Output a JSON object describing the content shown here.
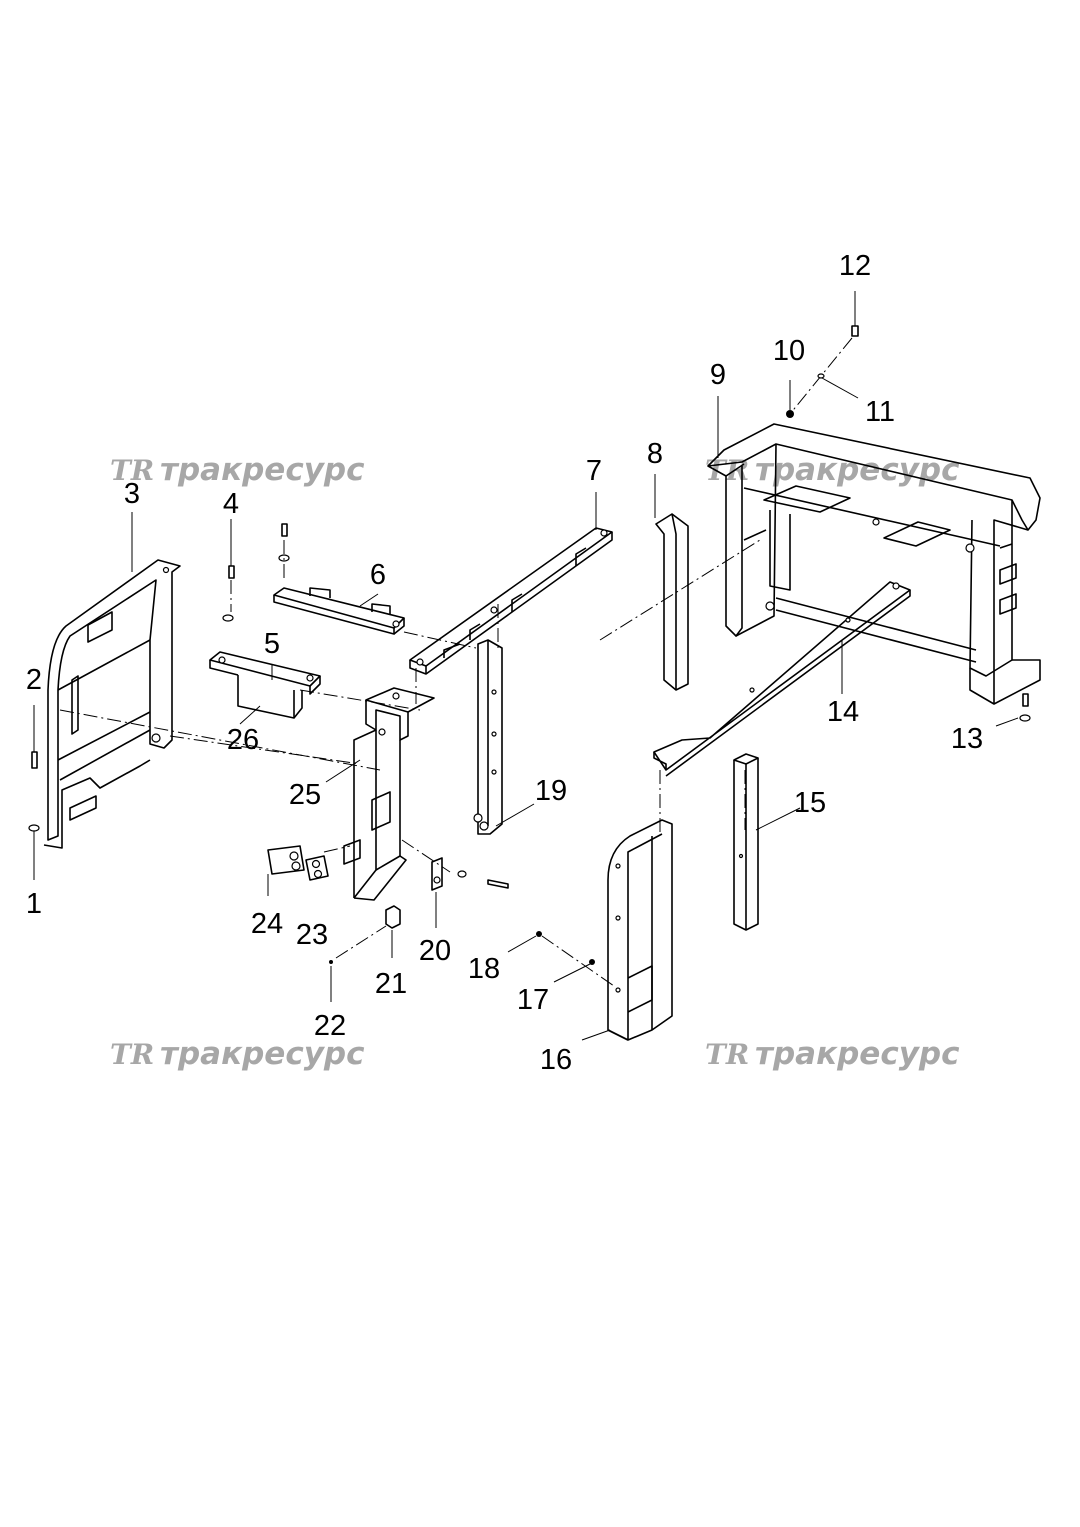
{
  "callouts": [
    {
      "id": "c1",
      "label": "1"
    },
    {
      "id": "c2",
      "label": "2"
    },
    {
      "id": "c3",
      "label": "3"
    },
    {
      "id": "c4",
      "label": "4"
    },
    {
      "id": "c5",
      "label": "5"
    },
    {
      "id": "c6",
      "label": "6"
    },
    {
      "id": "c7",
      "label": "7"
    },
    {
      "id": "c8",
      "label": "8"
    },
    {
      "id": "c9",
      "label": "9"
    },
    {
      "id": "c10",
      "label": "10"
    },
    {
      "id": "c11",
      "label": "11"
    },
    {
      "id": "c12",
      "label": "12"
    },
    {
      "id": "c13",
      "label": "13"
    },
    {
      "id": "c14",
      "label": "14"
    },
    {
      "id": "c15",
      "label": "15"
    },
    {
      "id": "c16",
      "label": "16"
    },
    {
      "id": "c17",
      "label": "17"
    },
    {
      "id": "c18",
      "label": "18"
    },
    {
      "id": "c19",
      "label": "19"
    },
    {
      "id": "c20",
      "label": "20"
    },
    {
      "id": "c21",
      "label": "21"
    },
    {
      "id": "c22",
      "label": "22"
    },
    {
      "id": "c23",
      "label": "23"
    },
    {
      "id": "c24",
      "label": "24"
    },
    {
      "id": "c25",
      "label": "25"
    },
    {
      "id": "c26",
      "label": "26"
    }
  ],
  "watermark": {
    "logo": "TR",
    "text": "тракресурс",
    "color": "#a7a7a7"
  },
  "colors": {
    "line": "#000000",
    "background": "#ffffff"
  }
}
